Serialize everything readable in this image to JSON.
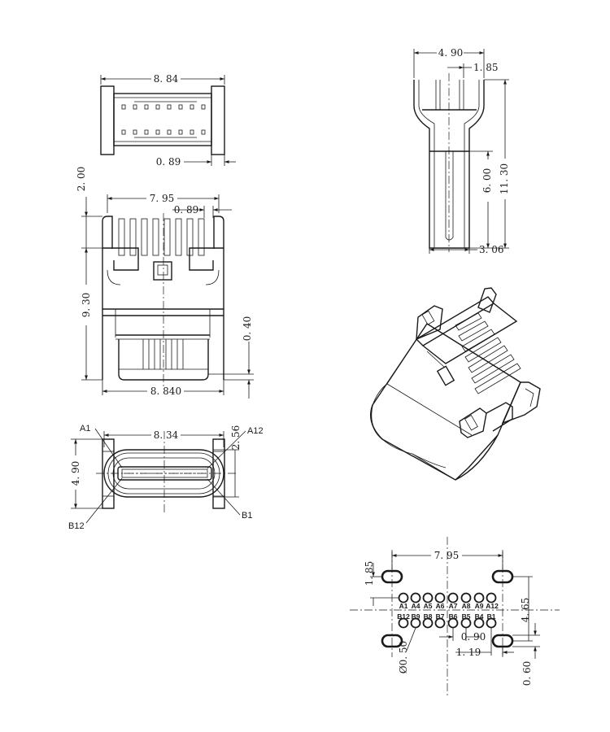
{
  "views": {
    "top": {
      "width": "8. 84",
      "pitch": "0. 89"
    },
    "front": {
      "pin_span": "7. 95",
      "pitch": "0. 89",
      "tail_height": "2. 00",
      "body_height": "9. 30",
      "standoff": "0. 40",
      "width": "8. 840"
    },
    "side": {
      "width": "4. 90",
      "tail_offset": "1. 85",
      "body_length": "6. 00",
      "overall_length": "11. 30",
      "thickness": "3. 06"
    },
    "mating_face": {
      "shell_width": "8. 34",
      "height": "4. 90",
      "opening": "2. 56",
      "pin_labels": {
        "a1": "A1",
        "a12": "A12",
        "b12": "B12",
        "b1": "B1"
      }
    },
    "pcb_layout": {
      "slot_span": "7. 95",
      "slot_offset": "1. 85",
      "row_a_labels": [
        "A1",
        "A4",
        "A5",
        "A6",
        "A7",
        "A8",
        "A9",
        "A12"
      ],
      "row_b_labels": [
        "B12",
        "B9",
        "B8",
        "B7",
        "B6",
        "B5",
        "B4",
        "B1"
      ],
      "pitch": "0. 90",
      "hole_dia": "Ø0. 50",
      "row_spacing": "4. 65",
      "offset": "1. 19",
      "slot_width": "0. 60"
    }
  }
}
